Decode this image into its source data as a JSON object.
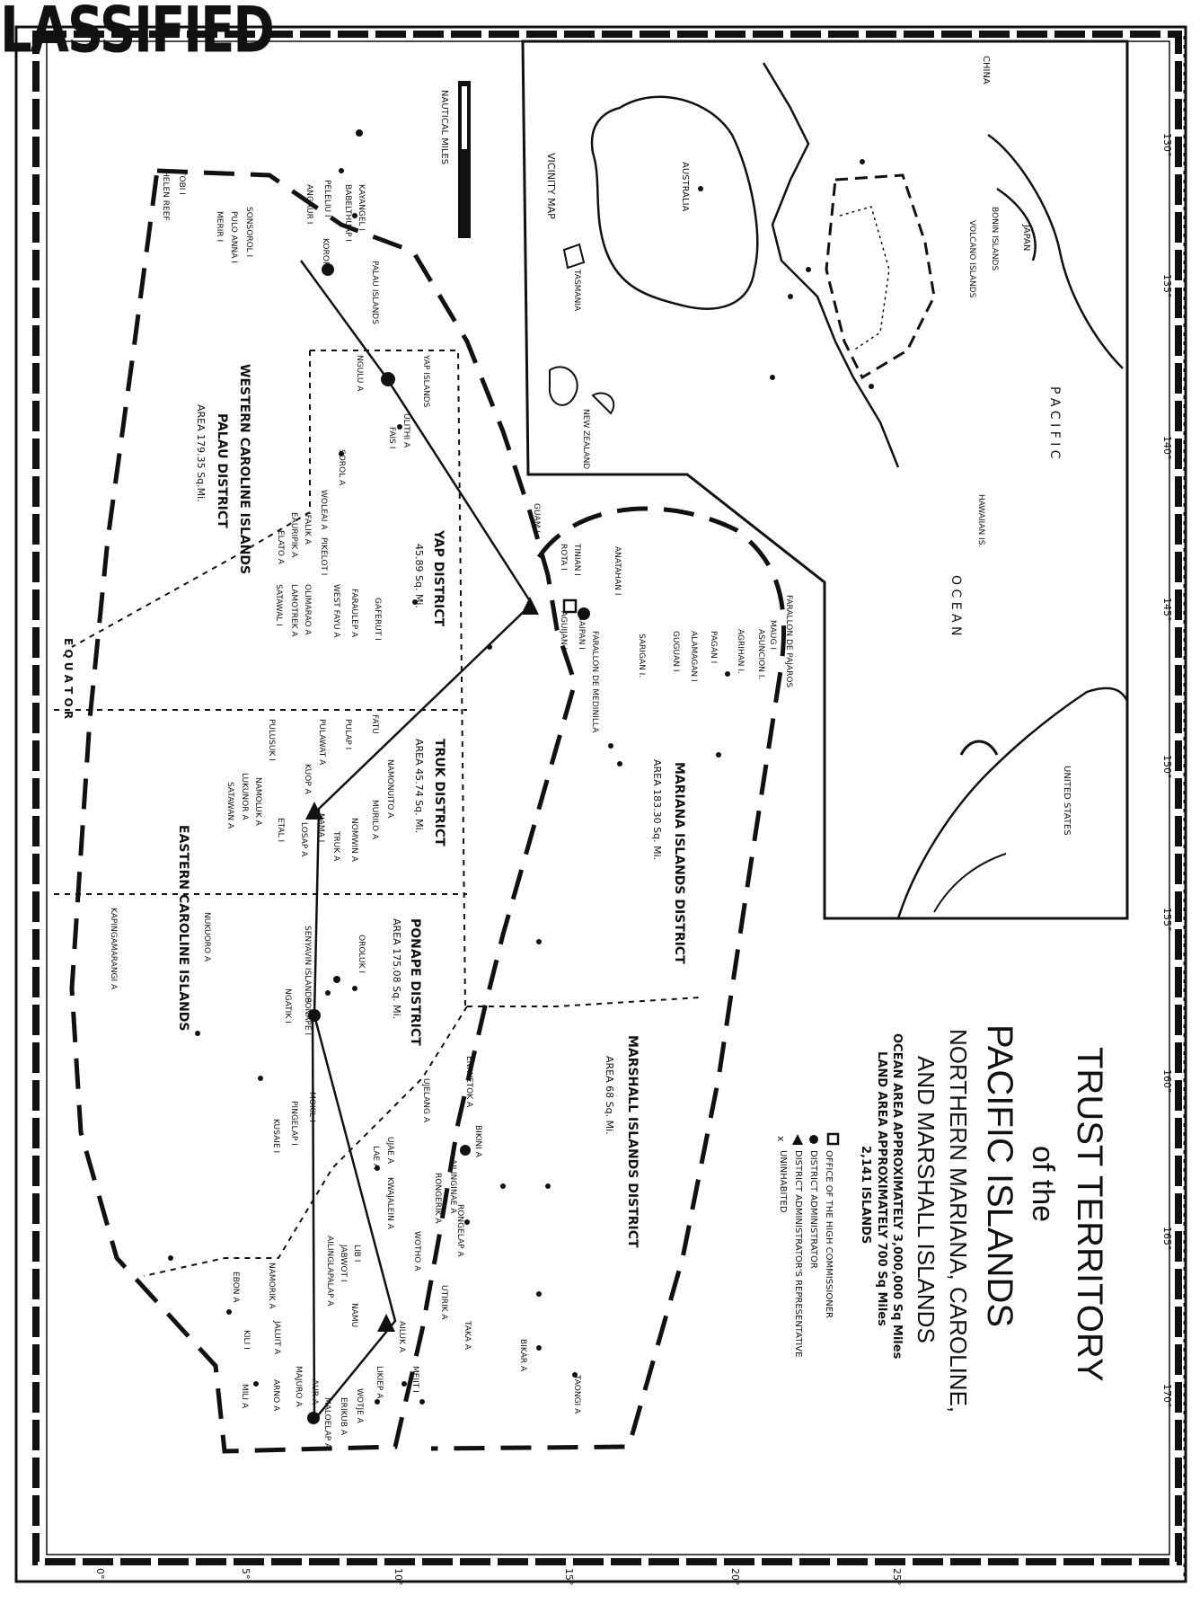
{
  "stamp": "LASSIFIED",
  "title": {
    "line1": "TRUST TERRITORY",
    "line2": "of the",
    "line3": "PACIFIC ISLANDS",
    "line4": "NORTHERN MARIANA, CAROLINE,",
    "line5": "AND MARSHALL ISLANDS"
  },
  "areas": {
    "ocean": "OCEAN AREA APPROXIMATELY 3,000,000 Sq Miles",
    "land": "LAND AREA APPROXIMATELY 700 Sq Miles",
    "islands": "2,141 ISLANDS"
  },
  "legend": {
    "hq": "OFFICE OF THE HIGH COMMISSIONER",
    "district": "DISTRICT ADMINISTRATOR",
    "rep": "DISTRICT ADMINISTRATOR'S REPRESENTATIVE",
    "uninhabited": "UNINHABITED"
  },
  "districts": {
    "marshall": {
      "name": "MARSHALL ISLANDS DISTRICT",
      "area": "AREA 68 Sq. Mi."
    },
    "mariana": {
      "name": "MARIANA ISLANDS DISTRICT",
      "area": "AREA 183.30 Sq. Mi."
    },
    "ponape": {
      "name": "PONAPE DISTRICT",
      "area": "AREA 175.08 Sq. Mi."
    },
    "truk": {
      "name": "TRUK DISTRICT",
      "area": "AREA 45.74 Sq. Mi."
    },
    "yap": {
      "name": "YAP DISTRICT",
      "area": "45.89 Sq. Mi."
    },
    "palau": {
      "name": "PALAU DISTRICT",
      "area": "AREA 179.35 Sq.Mi."
    },
    "western": "WESTERN CAROLINE ISLANDS",
    "eastern": "EASTERN CAROLINE ISLANDS"
  },
  "vicinity": {
    "label": "VICINITY MAP",
    "china": "CHINA",
    "japan": "JAPAN",
    "bonin": "BONIN ISLANDS",
    "volcano": "VOLCANO ISLANDS",
    "hawaiian": "HAWAIIAN IS.",
    "pacific": "P A C I F I C",
    "ocean": "O C E A N",
    "australia": "AUSTRALIA",
    "tasmania": "TASMANIA",
    "nz": "NEW ZEALAND",
    "us": "UNITED STATES"
  },
  "equator": "E Q U A T O R",
  "scale_label": "NAUTICAL MILES",
  "islands": {
    "farallon_pajaros": "FARALLON DE PAJAROS",
    "maug": "MAUG I",
    "asuncion": "ASUNCION I.",
    "agrihan": "AGRIHAN I.",
    "pagan": "PAGAN I",
    "alamagan": "ALAMAGAN I",
    "guguan": "GUGUAN I",
    "sarigan": "SARIGAN I.",
    "anatahan": "ANATAHAN I",
    "farallon_medinilla": "FARALLON DE MEDINILLA",
    "aguijan": "AGUIJAN I",
    "saipan": "SAIPAN I",
    "tinian": "TINIAN I",
    "rota": "ROTA I",
    "guam": "GUAM I",
    "ulithi": "ULITHI A",
    "fais": "FAIS I",
    "yap_islands": "YAP ISLANDS",
    "ngulu": "NGULU A",
    "sorol": "SOROL A",
    "woleai": "WOLEAI A",
    "ifalik": "IFALIK A",
    "eauripik": "EAURIPIK A",
    "elato": "ELATO A",
    "lamotrek": "LAMOTREK A",
    "satawal": "SATAWAL I",
    "olimarao": "OLIMARAO A",
    "west_fayu": "WEST FAYU A",
    "pikelot": "PIKELOT I",
    "gaferut": "GAFERUT I",
    "faraulep": "FARAULEP A",
    "fatu": "FATU",
    "namonuito": "NAMONUITO A",
    "murilo": "MURILO A",
    "nomwin": "NOMWIN A",
    "truk": "TRUK A",
    "nama": "NAMA I",
    "losap": "LOSAP A",
    "etal": "ETAL I",
    "kuop": "KUOP A",
    "pulawat": "PULAWAT A",
    "pulap": "PULAP I",
    "pulusuk": "PULUSUK I",
    "namoluk": "NAMOLUK A",
    "lukunor": "LUKUNOR A",
    "satawan": "SATAWAN A",
    "oroluk": "OROLUK I",
    "senyavin": "SENYAVIN ISLANDS",
    "ponape": "PONAPE I",
    "ngatik": "NGATIK I",
    "mokil": "MOKIL I",
    "pingelap": "PINGELAP I",
    "kusaie": "KUSAIE I",
    "nukuoro": "NUKUORO A",
    "kapingamarangi": "KAPINGAMARANGI A",
    "kayangel": "KAYANGEL I",
    "babelthuap": "BABELTHUAP I",
    "peleliu": "PELELIU I",
    "angaur": "ANGAUR I",
    "palau_islands": "PALAU ISLANDS",
    "koror": "KOROR I",
    "sonsorol": "SONSOROL I",
    "pulo_anna": "PULO ANNA I",
    "merir": "MERIR I",
    "tobi": "TOBI I",
    "helen_reef": "HELEN REEF",
    "eniwetok": "ENIWETOK A",
    "bikini": "BIKINI A",
    "ujelang": "UJELANG A",
    "ailinginae": "AILINGINAE A",
    "rongerik": "RONGERIK A",
    "rongelap": "RONGELAP A",
    "wotho": "WOTHO A",
    "ujae": "UJAE A",
    "lae": "LAE A",
    "kwajalein": "KWAJALEIN A",
    "lib": "LIB I",
    "jabwot": "JABWOT I",
    "namu": "NAMU",
    "ailinglapalap": "AILINGLAPALAP A",
    "namorik": "NAMORIK A",
    "ebon": "EBON A",
    "jaluit": "JALUIT A",
    "kili": "KILI I",
    "mili": "MILI A",
    "arno": "ARNO A",
    "majuro": "MAJURO A",
    "utirik": "UTIRIK A",
    "taka": "TAKA A",
    "bikar": "BIKAR A",
    "taongi": "TAONGI A",
    "ailuk": "AILUK A",
    "mejit": "MEJIT I",
    "likiep": "LIKIEP A",
    "wotje": "WOTJE A",
    "erikub": "ERIKUB A",
    "maloelap": "MALOELAP A",
    "aur": "AUR A"
  },
  "longitudes": [
    "130°",
    "135°",
    "140°",
    "145°",
    "150°",
    "155°",
    "160°",
    "165°",
    "170°"
  ],
  "latitudes": [
    "0°",
    "5°",
    "10°",
    "15°",
    "20°",
    "25°"
  ],
  "colors": {
    "ink": "#111111",
    "paper": "#ffffff"
  }
}
